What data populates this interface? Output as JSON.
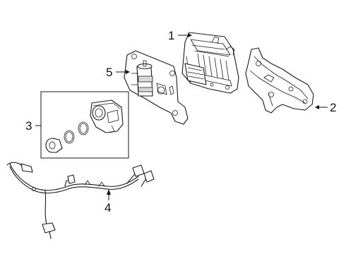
{
  "callouts": {
    "c1": "1",
    "c2": "2",
    "c3": "3",
    "c4": "4",
    "c5": "5"
  },
  "colors": {
    "line": "#1a1a1a",
    "background": "#ffffff",
    "shade": "#d8d8d8"
  }
}
